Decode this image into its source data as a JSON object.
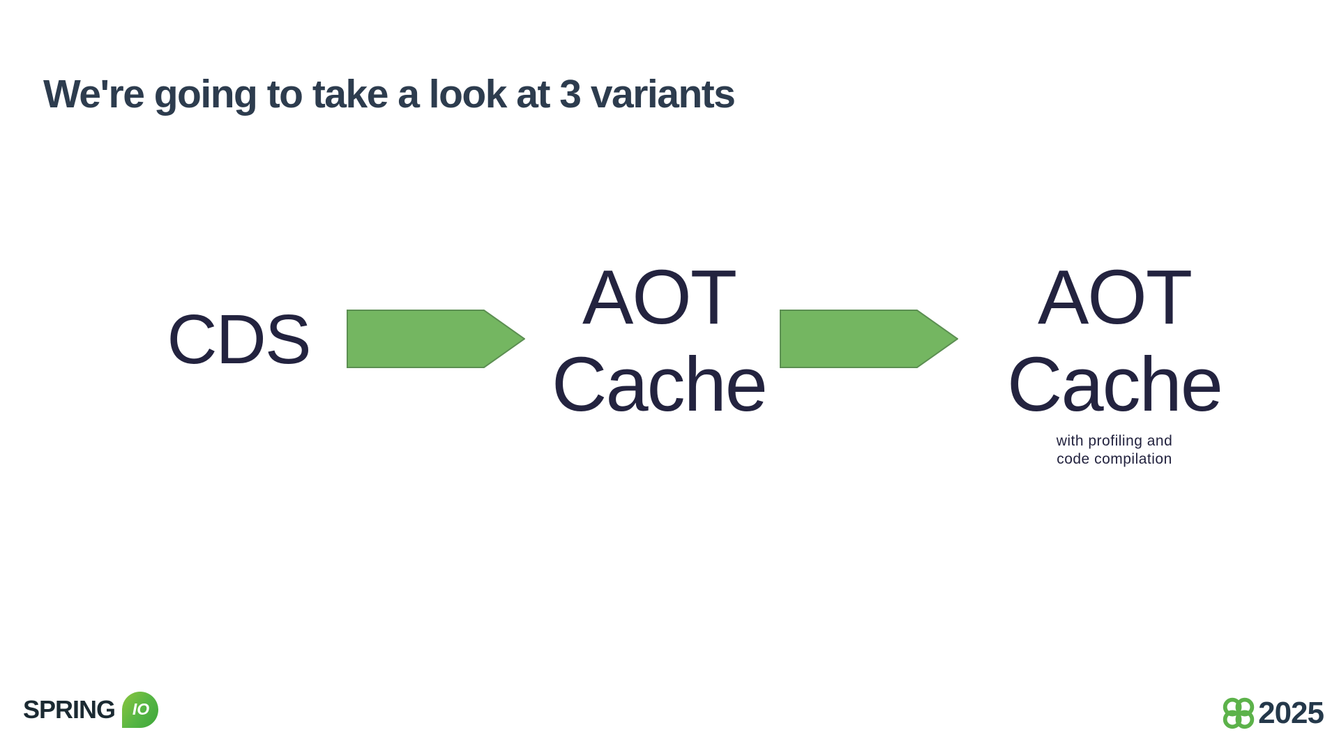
{
  "title": "We're going to take a look at 3 variants",
  "flow": {
    "cds": {
      "label": "CDS"
    },
    "aot1": {
      "line1": "AOT",
      "line2": "Cache"
    },
    "aot2": {
      "line1": "AOT",
      "line2": "Cache",
      "note_line1": "with profiling and",
      "note_line2": "code compilation"
    }
  },
  "footer": {
    "brand": "SPRING",
    "brand_badge": "IO",
    "year": "2025"
  },
  "colors": {
    "background": "#ffffff",
    "title_text": "#2d3c4e",
    "body_text": "#23233f",
    "arrow_fill": "#74b661",
    "arrow_stroke": "#5c8f52",
    "brand_text_color": "#1b2a32",
    "brand_green_light": "#8cc63f",
    "brand_green_dark": "#3da639",
    "clover_green": "#5cb24a",
    "year_text_color": "#24384a"
  }
}
